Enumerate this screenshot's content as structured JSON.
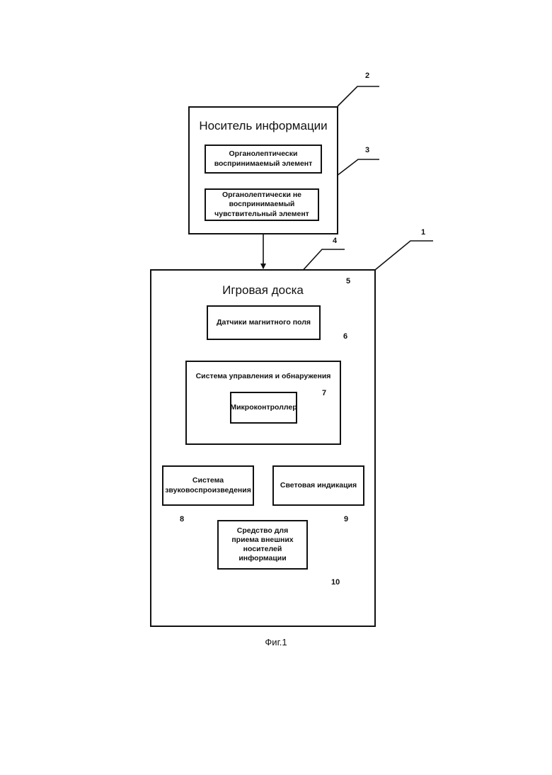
{
  "carrier": {
    "title": "Носитель информации",
    "element_visible": "Органолептически воспринимаемый элемент",
    "element_sensitive": "Органолептически не воспринимаемый чувствительный элемент"
  },
  "board": {
    "title": "Игровая доска",
    "sensors": "Датчики магнитного поля",
    "control_system": "Система управления и обнаружения",
    "microcontroller": "Микроконтроллер",
    "sound": "Система звуковоспроизведения",
    "light": "Световая индикация",
    "media_reader": "Средство для приема внешних носителей информации"
  },
  "numbers": {
    "n1": "1",
    "n2": "2",
    "n3": "3",
    "n4": "4",
    "n5": "5",
    "n6": "6",
    "n7": "7",
    "n8": "8",
    "n9": "9",
    "n10": "10"
  },
  "caption": "Фиг.1"
}
